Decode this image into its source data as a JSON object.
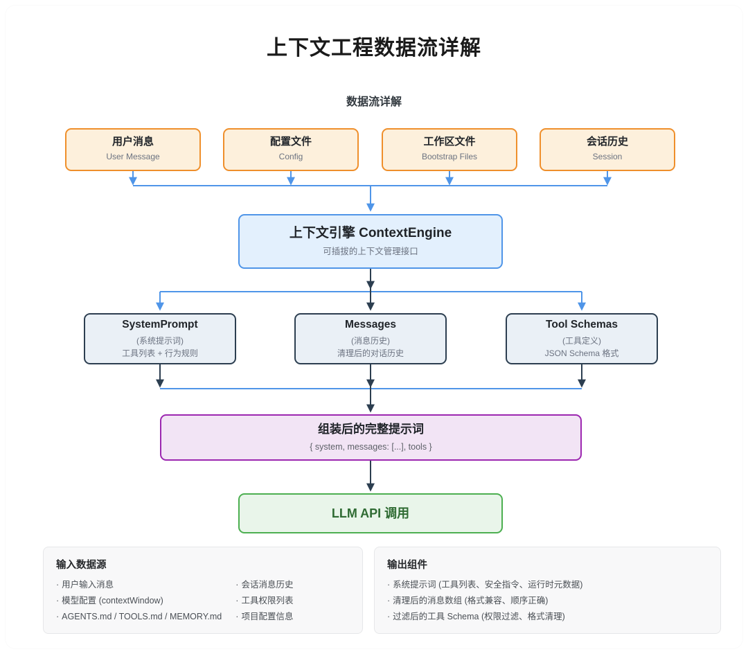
{
  "page": {
    "title": "上下文工程数据流详解",
    "diagram_subtitle": "数据流详解"
  },
  "colors": {
    "source_border": "#ef8f2b",
    "source_fill": "#fdf0dc",
    "engine_border": "#4f95e8",
    "engine_fill": "#e3f0fd",
    "component_border": "#2c3e50",
    "component_fill": "#eaf0f6",
    "assembled_border": "#9c27b0",
    "assembled_fill": "#f2e4f5",
    "llm_border": "#4caf50",
    "llm_fill": "#e9f5ea",
    "edge_blue": "#4f95e8",
    "edge_dark": "#2c3e50"
  },
  "sources": [
    {
      "title": "用户消息",
      "sub": "User Message"
    },
    {
      "title": "配置文件",
      "sub": "Config"
    },
    {
      "title": "工作区文件",
      "sub": "Bootstrap Files"
    },
    {
      "title": "会话历史",
      "sub": "Session"
    }
  ],
  "engine": {
    "title": "上下文引擎 ContextEngine",
    "sub": "可插拔的上下文管理接口"
  },
  "components": [
    {
      "title": "SystemPrompt",
      "sub1": "(系统提示词)",
      "sub2": "工具列表 + 行为规则"
    },
    {
      "title": "Messages",
      "sub1": "(消息历史)",
      "sub2": "清理后的对话历史"
    },
    {
      "title": "Tool Schemas",
      "sub1": "(工具定义)",
      "sub2": "JSON Schema 格式"
    }
  ],
  "assembled": {
    "title": "组装后的完整提示词",
    "sub": "{ system, messages: [...], tools }"
  },
  "llm": {
    "title": "LLM API 调用"
  },
  "legend_input": {
    "title": "输入数据源",
    "col1": [
      "用户输入消息",
      "模型配置 (contextWindow)",
      "AGENTS.md / TOOLS.md / MEMORY.md"
    ],
    "col2": [
      "会话消息历史",
      "工具权限列表",
      "项目配置信息"
    ]
  },
  "legend_output": {
    "title": "输出组件",
    "col1": [
      "系统提示词 (工具列表、安全指令、运行时元数据)",
      "清理后的消息数组 (格式兼容、顺序正确)",
      "过滤后的工具 Schema (权限过滤、格式清理)"
    ]
  }
}
